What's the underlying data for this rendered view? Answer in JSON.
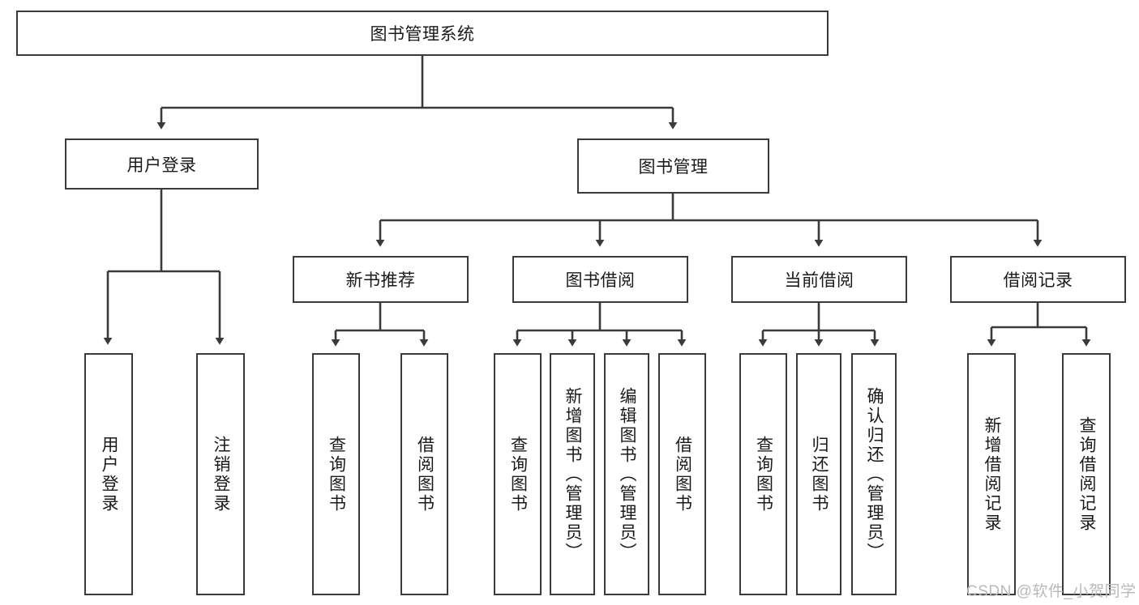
{
  "diagram": {
    "type": "tree-hierarchy-diagram",
    "title": "图书管理系统",
    "colors": {
      "stroke": "#3a3a3a",
      "fill": "#ffffff",
      "text": "#1a1a1a",
      "watermark": "#b9b9b9"
    },
    "levels": {
      "root": "图书管理系统",
      "level2": [
        "用户登录",
        "图书管理"
      ],
      "level3": [
        "新书推荐",
        "图书借阅",
        "当前借阅",
        "借阅记录"
      ]
    },
    "nodes": {
      "root": "图书管理系统",
      "user_login": "用户登录",
      "book_manage": "图书管理",
      "new_book_rec": "新书推荐",
      "book_borrow": "图书借阅",
      "current_borrow": "当前借阅",
      "borrow_record": "借阅记录",
      "leaf_user_login": "用户登录",
      "leaf_logout": "注销登录",
      "leaf_query_book_1": "查询图书",
      "leaf_borrow_book_1": "借阅图书",
      "leaf_query_book_2": "查询图书",
      "leaf_add_book_admin": "新增图书（管理员）",
      "leaf_edit_book_admin": "编辑图书（管理员）",
      "leaf_borrow_book_2": "借阅图书",
      "leaf_query_book_3": "查询图书",
      "leaf_return_book": "归还图书",
      "leaf_confirm_return_admin": "确认归还（管理员）",
      "leaf_add_record": "新增借阅记录",
      "leaf_query_record": "查询借阅记录"
    },
    "edges": [
      {
        "from": "图书管理系统",
        "to": "用户登录"
      },
      {
        "from": "图书管理系统",
        "to": "图书管理"
      },
      {
        "from": "用户登录",
        "to": "用户登录"
      },
      {
        "from": "用户登录",
        "to": "注销登录"
      },
      {
        "from": "图书管理",
        "to": "新书推荐"
      },
      {
        "from": "图书管理",
        "to": "图书借阅"
      },
      {
        "from": "图书管理",
        "to": "当前借阅"
      },
      {
        "from": "图书管理",
        "to": "借阅记录"
      },
      {
        "from": "新书推荐",
        "to": "查询图书"
      },
      {
        "from": "新书推荐",
        "to": "借阅图书"
      },
      {
        "from": "图书借阅",
        "to": "查询图书"
      },
      {
        "from": "图书借阅",
        "to": "新增图书（管理员）"
      },
      {
        "from": "图书借阅",
        "to": "编辑图书（管理员）"
      },
      {
        "from": "图书借阅",
        "to": "借阅图书"
      },
      {
        "from": "当前借阅",
        "to": "查询图书"
      },
      {
        "from": "当前借阅",
        "to": "归还图书"
      },
      {
        "from": "当前借阅",
        "to": "确认归还（管理员）"
      },
      {
        "from": "借阅记录",
        "to": "新增借阅记录"
      },
      {
        "from": "借阅记录",
        "to": "查询借阅记录"
      }
    ]
  },
  "watermark": {
    "text": "CSDN @软件_小贺同学"
  }
}
